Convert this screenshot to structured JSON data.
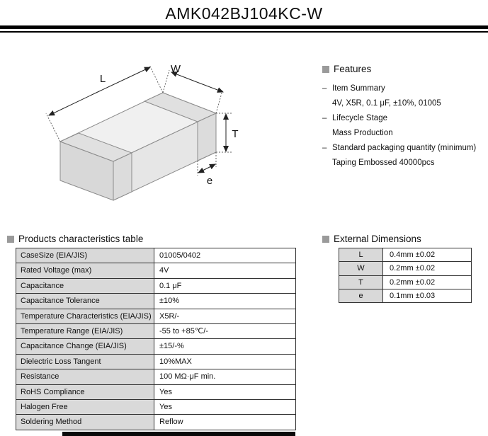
{
  "page": {
    "title": "AMK042BJ104KC-W"
  },
  "diagram": {
    "labels": {
      "L": "L",
      "W": "W",
      "T": "T",
      "e": "e"
    }
  },
  "features": {
    "heading": "Features",
    "items": [
      {
        "label": "Item Summary",
        "detail": "4V, X5R, 0.1 μF, ±10%, 01005"
      },
      {
        "label": "Lifecycle Stage",
        "detail": "Mass Production"
      },
      {
        "label": "Standard packaging quantity (minimum)",
        "detail": "Taping Embossed 40000pcs"
      }
    ]
  },
  "characteristics": {
    "heading": "Products characteristics table",
    "rows": [
      {
        "label": "CaseSize (EIA/JIS)",
        "value": "01005/0402"
      },
      {
        "label": "Rated Voltage (max)",
        "value": "4V"
      },
      {
        "label": "Capacitance",
        "value": "0.1 μF"
      },
      {
        "label": "Capacitance Tolerance",
        "value": "±10%"
      },
      {
        "label": "Temperature Characteristics (EIA/JIS)",
        "value": "X5R/-"
      },
      {
        "label": "Temperature Range (EIA/JIS)",
        "value": "-55 to +85℃/-"
      },
      {
        "label": "Capacitance Change (EIA/JIS)",
        "value": "±15/-%"
      },
      {
        "label": "Dielectric Loss Tangent",
        "value": "10%MAX"
      },
      {
        "label": "Resistance",
        "value": "100 MΩ·μF min."
      },
      {
        "label": "RoHS Compliance",
        "value": "Yes"
      },
      {
        "label": "Halogen Free",
        "value": "Yes"
      },
      {
        "label": "Soldering Method",
        "value": "Reflow"
      }
    ]
  },
  "external_dimensions": {
    "heading": "External Dimensions",
    "rows": [
      {
        "label": "L",
        "value": "0.4mm ±0.02"
      },
      {
        "label": "W",
        "value": "0.2mm ±0.02"
      },
      {
        "label": "T",
        "value": "0.2mm ±0.02"
      },
      {
        "label": "e",
        "value": "0.1mm ±0.03"
      }
    ]
  }
}
